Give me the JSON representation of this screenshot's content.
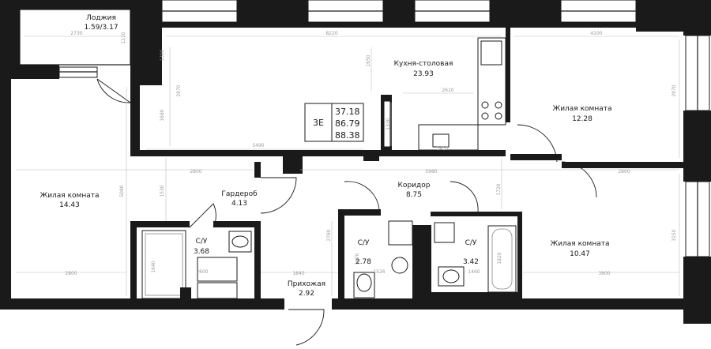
{
  "rooms": {
    "loggia": {
      "name": "Лоджия",
      "area": "1.59/3.17"
    },
    "kitchen": {
      "name": "Кухня-столовая",
      "area": "23.93"
    },
    "living_left": {
      "name": "Жилая комната",
      "area": "14.43"
    },
    "living_top_right": {
      "name": "Жилая комната",
      "area": "12.28"
    },
    "living_bottom_right": {
      "name": "Жилая комната",
      "area": "10.47"
    },
    "wardrobe": {
      "name": "Гардероб",
      "area": "4.13"
    },
    "corridor": {
      "name": "Коридор",
      "area": "8.75"
    },
    "bath_left": {
      "name": "С/У",
      "area": "3.68"
    },
    "bath_mid": {
      "name": "С/У",
      "area": "2.78"
    },
    "bath_right": {
      "name": "С/У",
      "area": "3.42"
    },
    "hall": {
      "name": "Прихожая",
      "area": "2.92"
    }
  },
  "summary": {
    "type": "3Е",
    "living_area": "37.18",
    "total_area": "86.79",
    "total_with_loggia": "88.38"
  },
  "dims": {
    "d2730": "2730",
    "d8220": "8220",
    "d4100": "4100",
    "d1210": "1210",
    "d1300": "1300",
    "d1650": "1650",
    "d2970a": "2970",
    "d2970b": "2970",
    "d2610": "2610",
    "d1680": "1680",
    "d1330": "1330",
    "d5490": "5490",
    "d2800a": "2800",
    "d5980": "5980",
    "d2800b": "2800",
    "d5080": "5080",
    "d1530": "1530",
    "d1720": "1720",
    "d3150": "3150",
    "d2800c": "2800",
    "d1840": "1840",
    "d2780": "2780",
    "d1970": "1970",
    "d1526": "1526",
    "d1460": "1460",
    "d2600": "2600",
    "d1640": "1640",
    "d1820": "1820",
    "d3800": "3800",
    "d1410": "1410"
  }
}
